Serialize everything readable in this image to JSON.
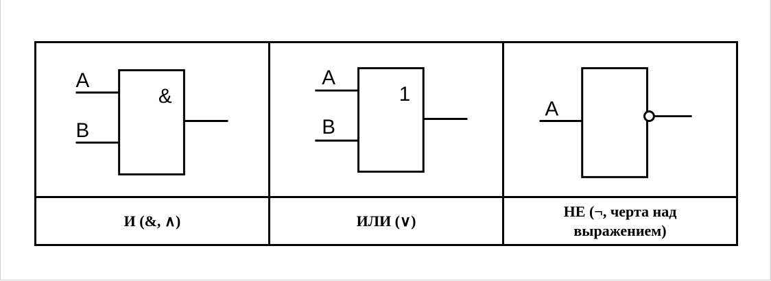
{
  "gates": [
    {
      "id": "and",
      "inputs": [
        "A",
        "B"
      ],
      "symbol": "&",
      "inverted": false,
      "caption": "И (&, ∧)"
    },
    {
      "id": "or",
      "inputs": [
        "A",
        "B"
      ],
      "symbol": "1",
      "inverted": false,
      "caption": "ИЛИ (∨)"
    },
    {
      "id": "not",
      "inputs": [
        "A"
      ],
      "symbol": "",
      "inverted": true,
      "caption": "НЕ (¬, черта над выражением)"
    }
  ]
}
